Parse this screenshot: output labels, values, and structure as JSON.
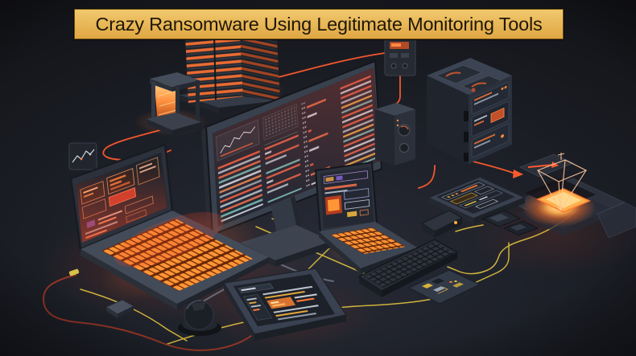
{
  "banner": {
    "title": "Crazy Ransomware Using Legitimate Monitoring Tools",
    "background": "#e9bc59",
    "text_color": "#1f1708"
  },
  "scene": {
    "alt": "Dark isometric illustration of interconnected computers, servers, laptops, tablets and peripherals glowing with orange ransomware activity, linked by orange and yellow network cables",
    "colors": {
      "background": "#141519",
      "floor": "#23252e",
      "wire_orange": "#ff5a2e",
      "wire_red": "#a83a26",
      "wire_yellow": "#e2c33f",
      "cable_gray": "#6b7380",
      "glow_orange": "#ff8a3a",
      "fire_orange": "#ff9240",
      "device_body": "#3e4654",
      "screen_dark": "#20242d",
      "code_red": "#db5c42",
      "code_teal": "#6fb0ad",
      "code_gray": "#b7c2cd",
      "key_orange": "#ff9636",
      "hologram_pad": "#ffd98a"
    },
    "objects": [
      {
        "id": "server-rack-tower",
        "label": "tall server rack with glowing orange slots"
      },
      {
        "id": "mini-server-cage",
        "label": "open-frame mini server glowing like fire"
      },
      {
        "id": "line-chart-panel",
        "label": "small wall panel with line chart"
      },
      {
        "id": "wall-panel",
        "label": "small wall control panel"
      },
      {
        "id": "main-monitor",
        "label": "large monitor filled with code columns"
      },
      {
        "id": "speaker",
        "label": "speaker box with knobs"
      },
      {
        "id": "cube-workstation",
        "label": "cube server workstation with orange panels"
      },
      {
        "id": "hologram-platform",
        "label": "platform projecting an orange wireframe pyramid"
      },
      {
        "id": "laptop",
        "label": "laptop with red dashboard screen and glowing orange keyboard"
      },
      {
        "id": "small-laptop",
        "label": "small laptop with orange keyboard"
      },
      {
        "id": "tablet-device",
        "label": "flat tablet with telemetry rows"
      },
      {
        "id": "usb-stick",
        "label": "portable stick device"
      },
      {
        "id": "card-reader",
        "label": "two small reader modules"
      },
      {
        "id": "keyboard",
        "label": "dark desktop keyboard"
      },
      {
        "id": "circuit-board",
        "label": "exposed circuit board"
      },
      {
        "id": "dashboard-tablet",
        "label": "tablet with glowing orange dashboard"
      },
      {
        "id": "webcam-orb",
        "label": "spherical webcam on base"
      },
      {
        "id": "mouse-puck",
        "label": "small mouse puck"
      }
    ]
  }
}
